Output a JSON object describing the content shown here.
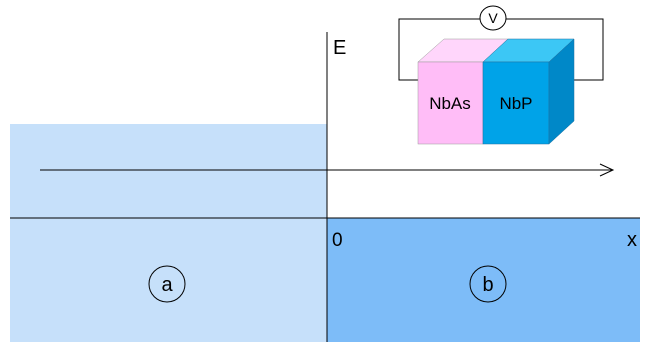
{
  "axis": {
    "y_label": "E",
    "x_label": "x",
    "origin_label": "0"
  },
  "regions": {
    "a": {
      "label": "a"
    },
    "b": {
      "label": "b"
    }
  },
  "device": {
    "voltmeter_label": "V",
    "left_material": "NbAs",
    "right_material": "NbP"
  },
  "colors": {
    "region_a": "#c6e0fa",
    "region_b": "#7dbcf8",
    "nbas_face": "#ffbdf7",
    "nbas_top": "#ffd6fb",
    "nbp_face": "#00a3e8",
    "nbp_top": "#3cc7f5",
    "nbp_side": "#0088c8"
  },
  "icons": {
    "arrow": "right-arrow",
    "voltmeter": "circle-v"
  }
}
